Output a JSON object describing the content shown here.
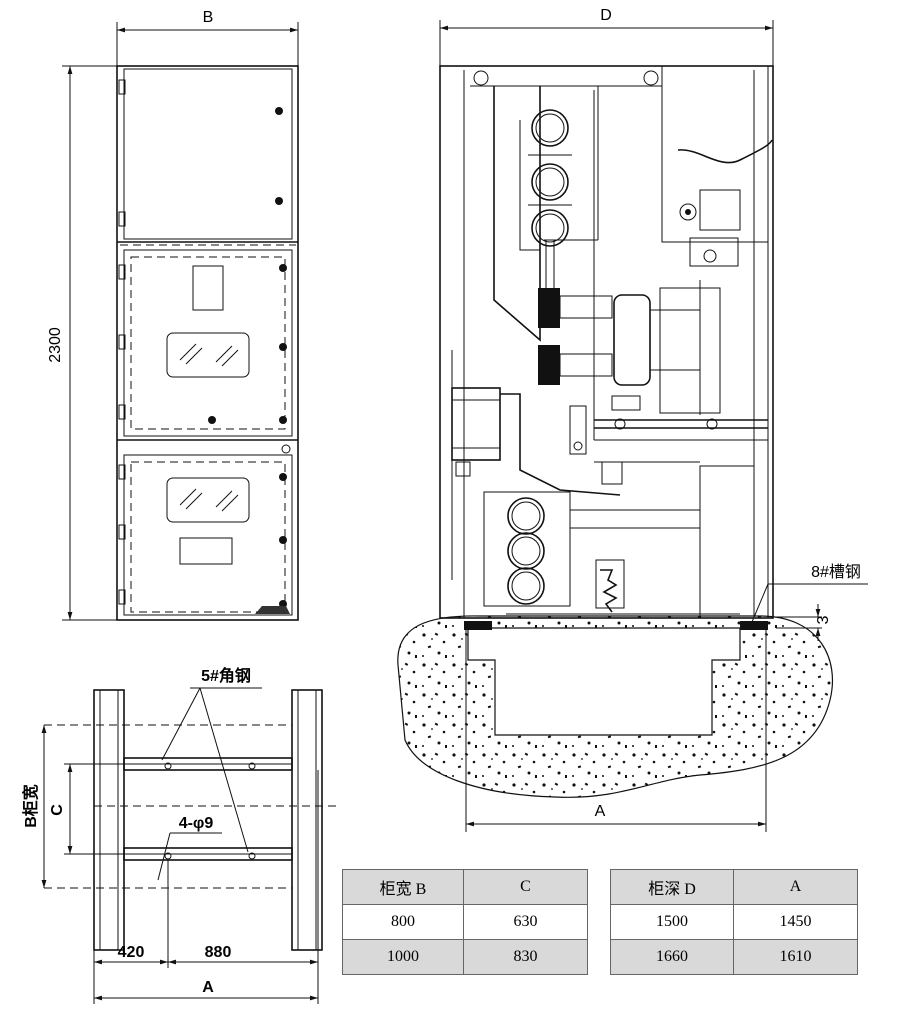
{
  "front_view": {
    "width_label": "B",
    "height_label": "2300"
  },
  "side_view": {
    "depth_label": "D",
    "base_label": "A",
    "channel_label": "8#槽钢",
    "offset_label": "3"
  },
  "foundation": {
    "angle_label": "5#角钢",
    "hole_label": "4-φ9",
    "width_label": "B柜宽",
    "c_label": "C",
    "dim_left": "420",
    "dim_right": "880",
    "dim_total": "A"
  },
  "table_width": {
    "headers": [
      "柜宽 B",
      "C"
    ],
    "rows": [
      [
        "800",
        "630"
      ],
      [
        "1000",
        "830"
      ]
    ]
  },
  "table_depth": {
    "headers": [
      "柜深 D",
      "A"
    ],
    "rows": [
      [
        "1500",
        "1450"
      ],
      [
        "1660",
        "1610"
      ]
    ]
  }
}
